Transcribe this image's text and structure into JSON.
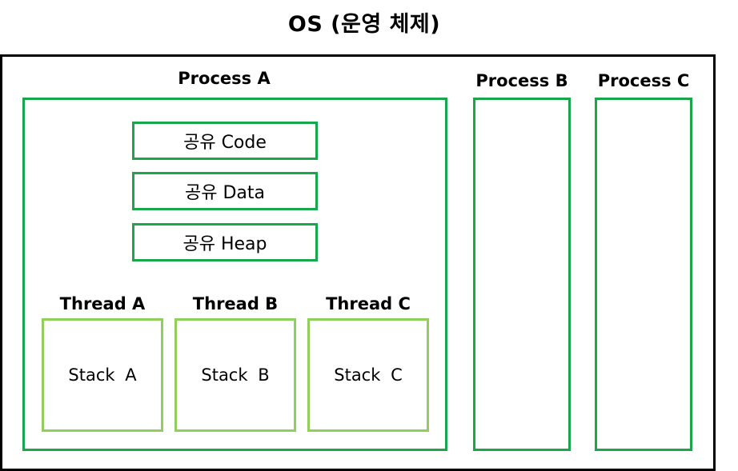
{
  "title": "OS (운영 체제)",
  "colors": {
    "process_border": "#1aa64a",
    "stack_border": "#8fcf5a",
    "os_border": "#000000"
  },
  "processes": [
    {
      "label": "Process A",
      "shared": [
        "공유 Code",
        "공유 Data",
        "공유 Heap"
      ],
      "threads": [
        {
          "label": "Thread A",
          "stack": "Stack A"
        },
        {
          "label": "Thread B",
          "stack": "Stack B"
        },
        {
          "label": "Thread C",
          "stack": "Stack C"
        }
      ]
    },
    {
      "label": "Process B"
    },
    {
      "label": "Process C"
    }
  ]
}
